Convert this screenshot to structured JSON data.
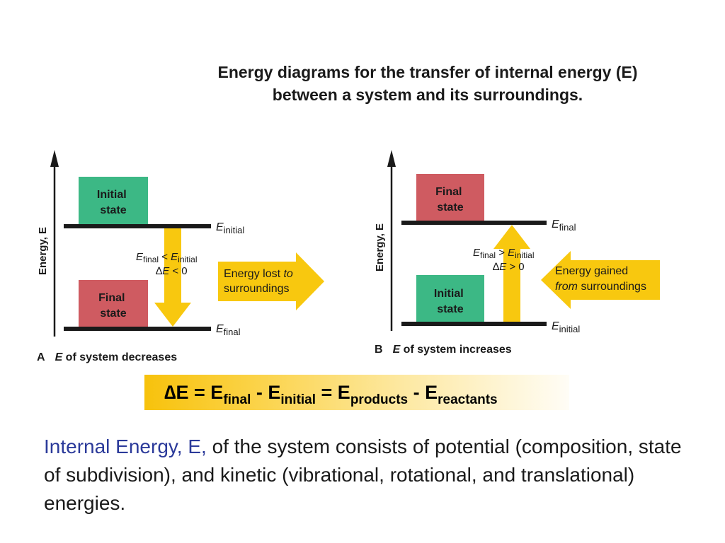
{
  "title": {
    "line1": "Energy diagrams for the transfer of internal energy (E)",
    "line2": "between a system and its surroundings."
  },
  "panel_a": {
    "axis_label": "Energy, E",
    "box_top_lines": [
      "Initial",
      "state"
    ],
    "box_bottom_lines": [
      "Final",
      "state"
    ],
    "level_top": {
      "symbol": "E",
      "sub": "initial"
    },
    "level_bottom": {
      "symbol": "E",
      "sub": "final"
    },
    "relation_line1": {
      "e1": "E",
      "s1": "final",
      "op": " < ",
      "e2": "E",
      "s2": "initial"
    },
    "relation_line2": {
      "delta": "∆",
      "e": "E",
      "rest": " < 0"
    },
    "arrow_text_line1_a": "Energy lost ",
    "arrow_text_line1_b": "to",
    "arrow_text_line2": "surroundings",
    "caption_letter": "A",
    "caption_e": "E",
    "caption_rest": " of system decreases"
  },
  "panel_b": {
    "axis_label": "Energy, E",
    "box_top_lines": [
      "Final",
      "state"
    ],
    "box_bottom_lines": [
      "Initial",
      "state"
    ],
    "level_top": {
      "symbol": "E",
      "sub": "final"
    },
    "level_bottom": {
      "symbol": "E",
      "sub": "initial"
    },
    "relation_line1": {
      "e1": "E",
      "s1": "final",
      "op": " > ",
      "e2": "E",
      "s2": "initial"
    },
    "relation_line2": {
      "delta": "∆",
      "e": "E",
      "rest": " > 0"
    },
    "arrow_text_line1": "Energy gained",
    "arrow_text_line2_a": "from",
    "arrow_text_line2_b": " surroundings",
    "caption_letter": "B",
    "caption_e": "E",
    "caption_rest": " of system increases"
  },
  "formula": {
    "delta": "∆",
    "e1": "E = E",
    "s1": "final",
    "e2": " - E",
    "s2": "initial",
    "e3": " = E",
    "s3": "products",
    "e4": " - E",
    "s4": "reactants"
  },
  "paragraph": {
    "highlight": "Internal Energy, E,",
    "text": " of the system consists of potential (composition, state of subdivision), and kinetic (vibrational, rotational, and translational) energies."
  },
  "colors": {
    "initial_box": "#3cb885",
    "final_box": "#cf5b61",
    "arrow": "#f8c80f",
    "level_line": "#1a1a1a",
    "highlight_text": "#2b3a9a"
  }
}
